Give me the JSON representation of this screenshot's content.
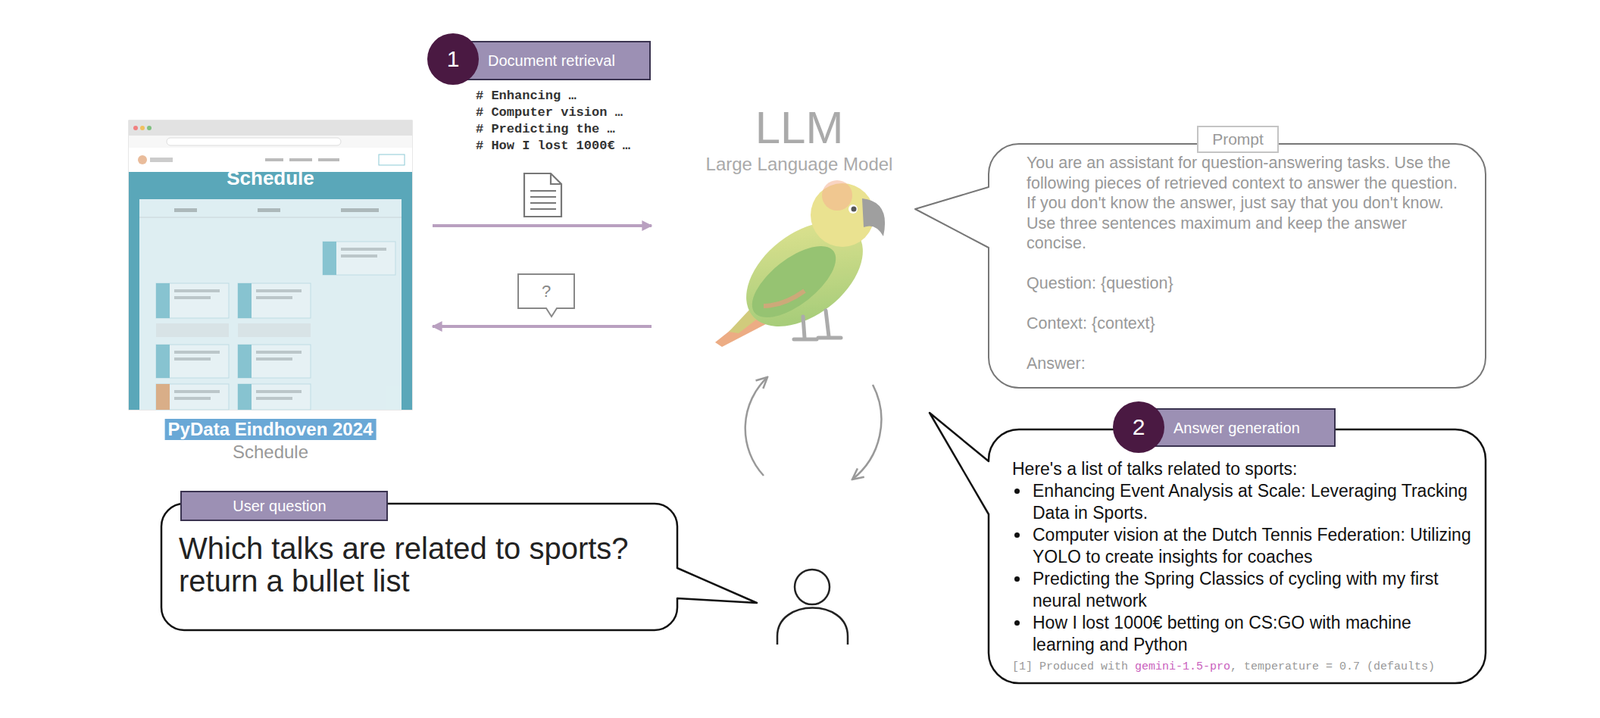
{
  "diagram": {
    "nodes": [
      {
        "text": [
          "1"
        ]
      },
      {
        "text": [
          "Document retrieval"
        ]
      },
      {
        "text": [
          "Schedule",
          "PyData Eindhoven 2024",
          "Schedule"
        ]
      },
      {
        "text": [
          "LLM",
          "Large Language Model"
        ]
      },
      {
        "text": [
          "Prompt"
        ]
      },
      {
        "text": [
          "You are an assistant for question-answering tasks. Use the following pieces of retrieved context to answer the question. If you don't know the answer, just say that you don't know. Use three sentences maximum and keep the answer concise.",
          "Question: {question}",
          "Context: {context}",
          "Answer:"
        ]
      },
      {
        "text": [
          "2"
        ]
      },
      {
        "text": [
          "Answer generation"
        ]
      },
      {
        "text": [
          "Here's a list of talks related to sports:",
          "Enhancing Event Analysis at Scale: Leveraging Tracking Data in Sports.",
          "Computer vision at the Dutch Tennis Federation: Utilizing YOLO to create insights for coaches",
          "Predicting the Spring Classics of cycling with my first neural network",
          "How I lost 1000€ betting on CS:GO with machine learning and Python",
          "[1] Produced with",
          "gemini-1.5-pro",
          ", temperature = 0.7 (defaults)"
        ]
      },
      {
        "text": [
          "User question"
        ]
      },
      {
        "text": [
          "Which talks are related to sports? return a bullet list"
        ]
      }
    ],
    "edges": [
      {
        "from": 2,
        "to": 3,
        "arrow": "to"
      },
      {
        "from": 3,
        "to": 2,
        "arrow": "to"
      }
    ],
    "labels": [
      "# Enhancing …",
      "# Computer vision …",
      "# Predicting the …",
      "# How I lost 1000€ …",
      "?"
    ]
  }
}
